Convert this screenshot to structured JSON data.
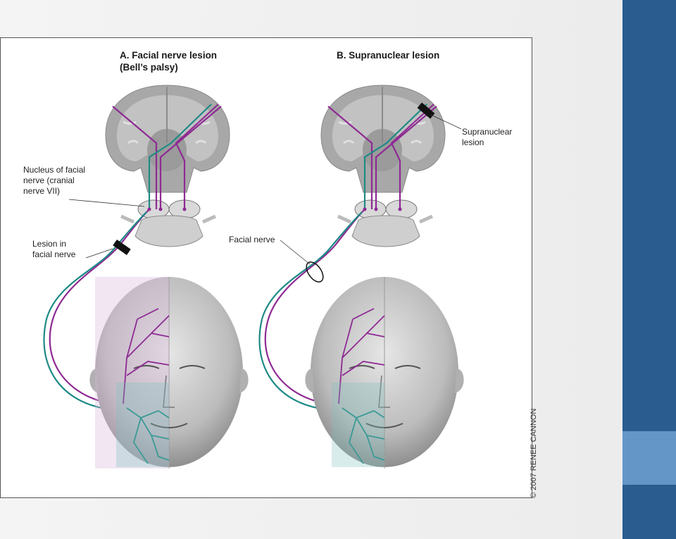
{
  "colors": {
    "sidebar_dark": "#2b5c8f",
    "sidebar_light": "#6496c8",
    "motor_upper": "#8e2a93",
    "motor_lower": "#1e8a86",
    "brain_gray": "#a8a8a8",
    "face_gray": "#bdbdbd"
  },
  "panels": {
    "a": {
      "title_line1": "A. Facial nerve lesion",
      "title_line2": "(Bell’s palsy)"
    },
    "b": {
      "title_line1": "B. Supranuclear lesion"
    }
  },
  "labels": {
    "nucleus_line1": "Nucleus of facial",
    "nucleus_line2": "nerve (cranial",
    "nucleus_line3": "nerve VII)",
    "lesion_line1": "Lesion in",
    "lesion_line2": "facial nerve",
    "facial_nerve": "Facial nerve",
    "supranuclear_line1": "Supranuclear",
    "supranuclear_line2": "lesion"
  },
  "credit": "© 2007 RENEE CANNON"
}
